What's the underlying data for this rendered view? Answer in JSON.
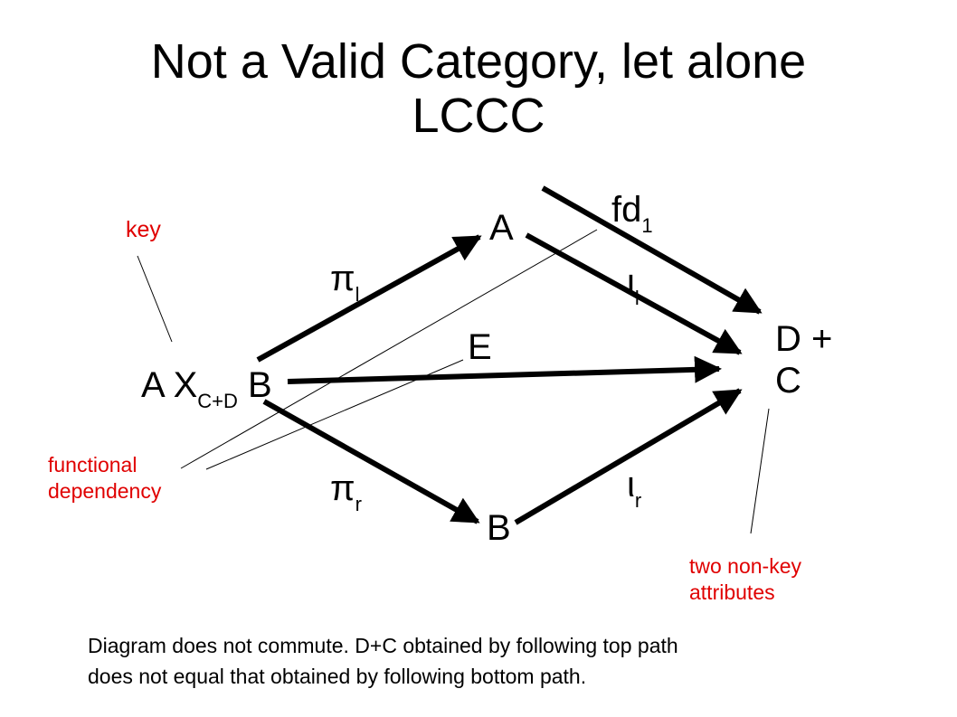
{
  "title": {
    "line1": "Not a Valid Category, let alone",
    "line2": "LCCC"
  },
  "nodes": {
    "product": {
      "main": "A X",
      "sub": "C+D",
      "tail": "B"
    },
    "a": "A",
    "b": "B",
    "e": "E",
    "coproduct": {
      "line1": "D +",
      "line2": "C"
    }
  },
  "morphisms": {
    "pi_l": {
      "main": "π",
      "sub": "l"
    },
    "pi_r": {
      "main": "π",
      "sub": "r"
    },
    "i_l": {
      "main": "ι",
      "sub": "l"
    },
    "i_r": {
      "main": "ι",
      "sub": "r"
    },
    "fd1": {
      "main": "fd",
      "sub": "1"
    }
  },
  "annotations": {
    "key": "key",
    "fd_line1": "functional",
    "fd_line2": "dependency",
    "nonkey_line1": "two non-key",
    "nonkey_line2": "attributes"
  },
  "caption": {
    "line1": "Diagram does not commute. D+C obtained by following top path",
    "line2": "does not equal that obtained by following bottom path."
  },
  "colors": {
    "annotation": "#e00000",
    "arrow": "#000000"
  }
}
